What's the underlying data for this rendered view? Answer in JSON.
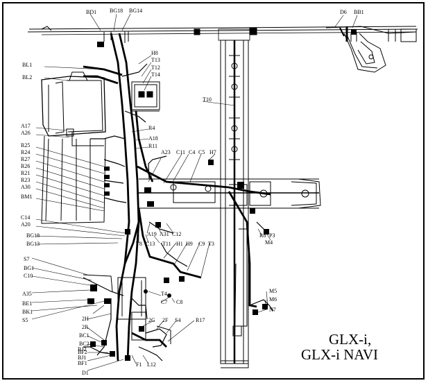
{
  "caption": {
    "line1": "GLX-i,",
    "line2": "GLX-i NAVI"
  },
  "labels": [
    "BD1",
    "BG18",
    "BG14",
    "D6",
    "BB1",
    "H8",
    "T13",
    "T12",
    "T14",
    "BL1",
    "BL2",
    "T10",
    "A17",
    "A26",
    "R4",
    "A18",
    "R11",
    "R25",
    "R24",
    "R27",
    "R26",
    "R21",
    "R23",
    "A30",
    "A23",
    "C11",
    "C4",
    "C5",
    "H7",
    "BM1",
    "C14",
    "A20",
    "BG18",
    "BG13",
    "A19",
    "A31",
    "C12",
    "T8",
    "C13",
    "T11",
    "H1",
    "H9",
    "C9",
    "T3",
    "R8",
    "P3",
    "M4",
    "S7",
    "BG1",
    "C10",
    "A35",
    "BE1",
    "BK1",
    "S5",
    "T4",
    "C7",
    "C8",
    "M5",
    "M6",
    "N7",
    "2H",
    "2R",
    "BC1",
    "BC2",
    "BF2",
    "BF1",
    "BJ2",
    "BJ1",
    "D1",
    "F1",
    "L12",
    "2G",
    "2F",
    "S4",
    "R17"
  ]
}
